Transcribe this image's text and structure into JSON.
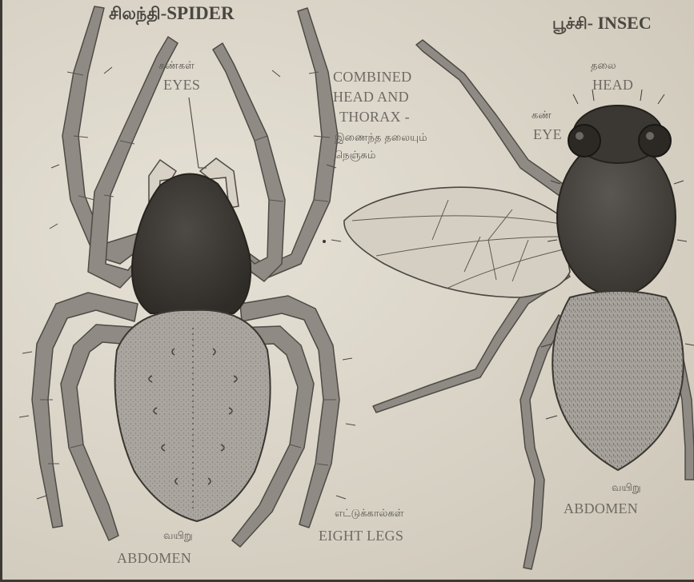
{
  "spider": {
    "title_ta": "சிலந்தி",
    "title_en": "-SPIDER",
    "eyes_ta": "கண்கள்",
    "eyes_en": "EYES",
    "cephalo_en": [
      "COMBINED",
      "HEAD AND",
      "THORAX -"
    ],
    "cephalo_ta": [
      "இணைந்த தலையும்",
      "நெஞ்சும்"
    ],
    "legs_ta": "எட்டுக்கால்கள்",
    "legs_en": "EIGHT LEGS",
    "abdomen_ta": "வயிறு",
    "abdomen_en": "ABDOMEN"
  },
  "insect": {
    "title_ta": "பூச்சி",
    "title_en": "- INSEC",
    "head_ta": "தலை",
    "head_en": "HEAD",
    "eye_ta": "கண்",
    "eye_en": "EYE",
    "abdomen_ta": "வயிறு",
    "abdomen_en": "ABDOMEN"
  },
  "colors": {
    "paper": "#d9d3c7",
    "body_dark": "#3b3834",
    "leg": "#8e8a84",
    "abdomen": "#a9a59e",
    "label": "#6e6a63"
  }
}
